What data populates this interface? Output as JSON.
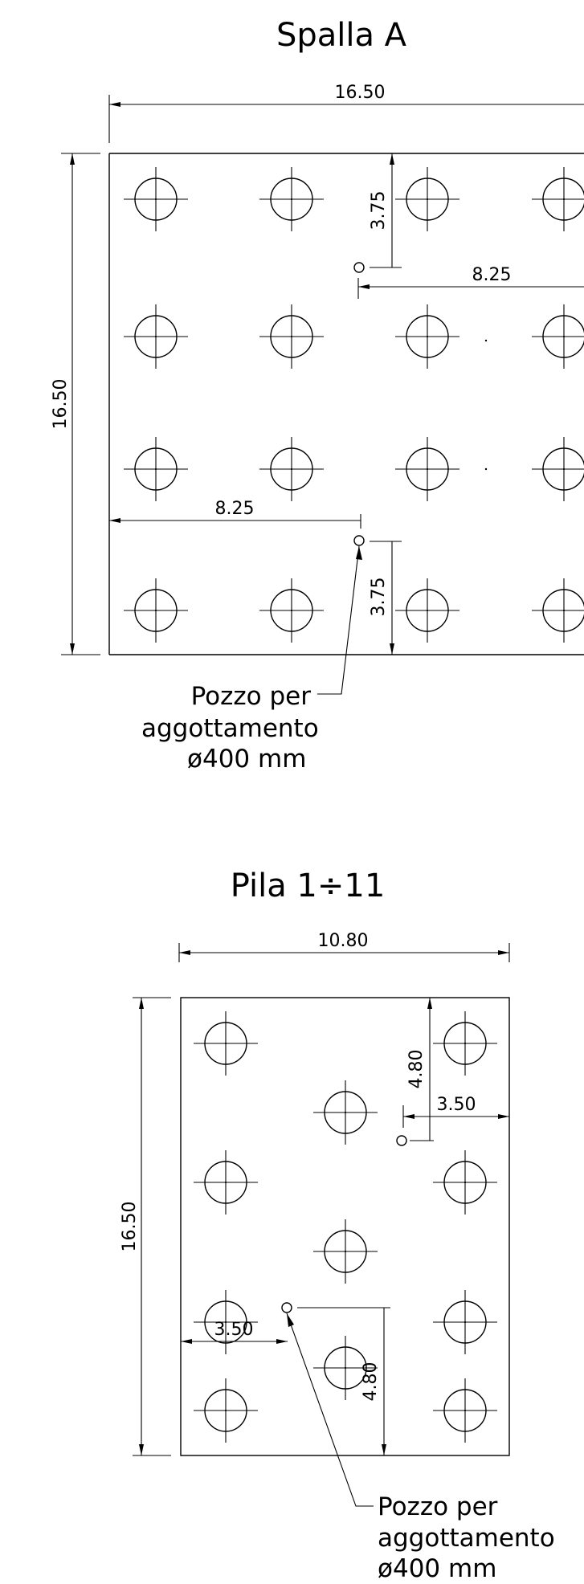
{
  "spalla": {
    "title": "Spalla A",
    "dim_width": "16.50",
    "dim_height": "16.50",
    "dim_top_y": "3.75",
    "dim_top_x": "8.25",
    "dim_bottom_x": "8.25",
    "dim_bottom_y": "3.75",
    "note_line1": "Pozzo per",
    "note_line2": "aggottamento",
    "note_line3": "ø400 mm",
    "pile_grid": {
      "columns": 4,
      "rows": 4
    }
  },
  "pila": {
    "title": "Pila 1÷11",
    "dim_width": "10.80",
    "dim_height": "16.50",
    "dim_top_y": "4.80",
    "dim_top_x": "3.50",
    "dim_bottom_x": "3.50",
    "dim_bottom_y": "4.80",
    "note_line1": "Pozzo per",
    "note_line2": "aggottamento",
    "note_line3": "ø400 mm",
    "pile_counts": {
      "outer_rows": 4,
      "inner_rows": 3
    }
  },
  "colors": {
    "ink": "#000000",
    "paper": "#ffffff"
  }
}
